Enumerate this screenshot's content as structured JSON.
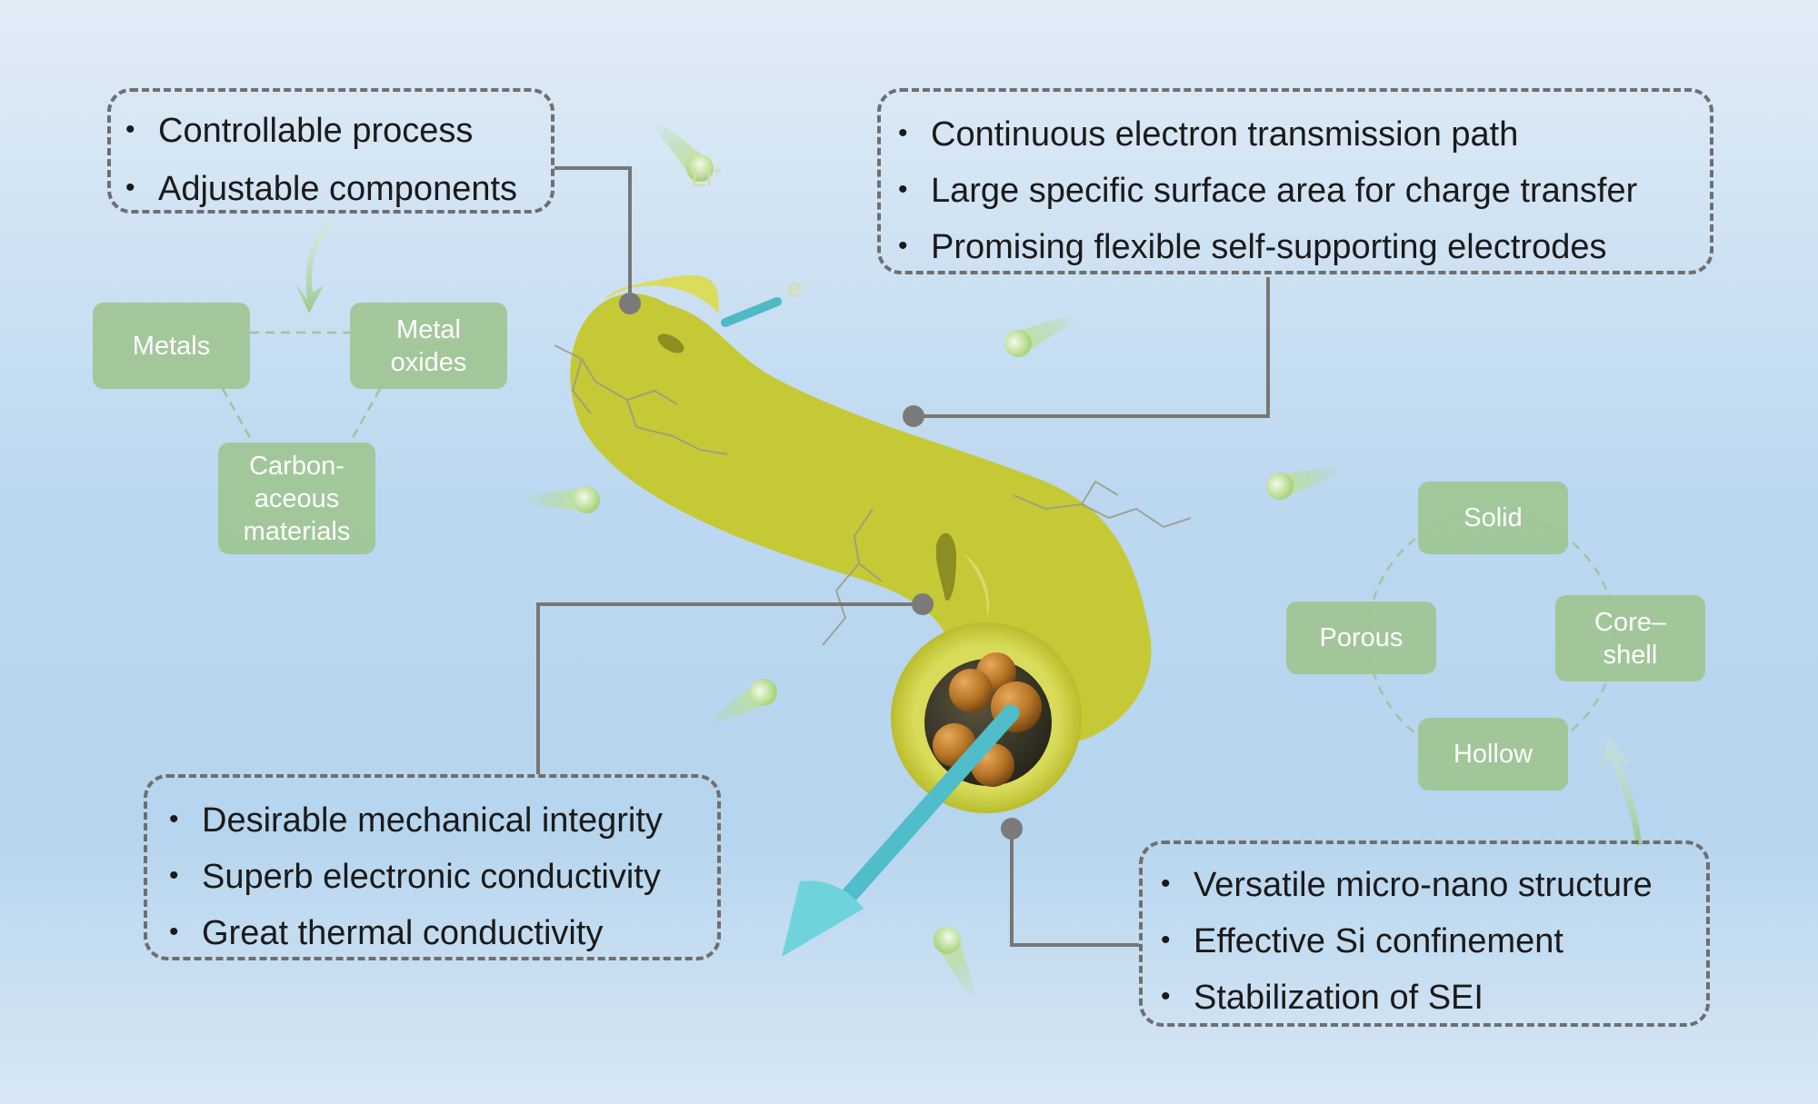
{
  "boxes": {
    "top_left": [
      "Controllable process",
      "Adjustable components"
    ],
    "top_right": [
      "Continuous electron transmission path",
      "Large specific surface area for charge transfer",
      "Promising flexible self-supporting electrodes"
    ],
    "bottom_left": [
      "Desirable mechanical integrity",
      "Superb electronic conductivity",
      "Great thermal conductivity"
    ],
    "bottom_right": [
      "Versatile micro-nano structure",
      "Effective Si confinement",
      "Stabilization of SEI"
    ]
  },
  "components": {
    "metals": "Metals",
    "metal_oxides": "Metal\noxides",
    "carbonaceous": "Carbon-\naceous\nmaterials"
  },
  "structures": {
    "solid": "Solid",
    "core_shell": "Core–\nshell",
    "porous": "Porous",
    "hollow": "Hollow"
  },
  "ions": {
    "li": "Li",
    "li_sup": "+",
    "e": "e",
    "e_sup": "−"
  },
  "colors": {
    "background_top": "#dfeaf5",
    "background_mid": "#b9d6ef",
    "tube": "#c9cc3c",
    "tag_fill": "#9ec48e",
    "arrow": "#5bc8d4",
    "particle": "#b87a30",
    "connector": "#777777",
    "border": "#6f6f6f"
  }
}
